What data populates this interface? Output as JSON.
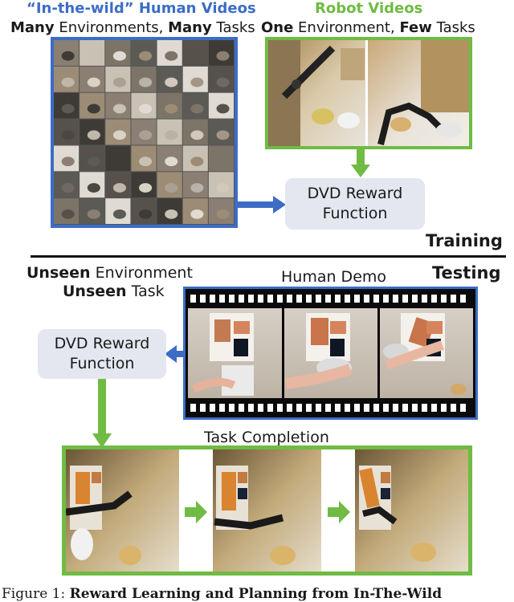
{
  "header": {
    "human_title": "“In-the-wild” Human Videos",
    "human_sub_bold1": "Many",
    "human_sub_text1": " Environments, ",
    "human_sub_bold2": "Many",
    "human_sub_text2": " Tasks",
    "robot_title": "Robot Videos",
    "robot_sub_bold1": "One",
    "robot_sub_text1": " Environment, ",
    "robot_sub_bold2": "Few",
    "robot_sub_text2": " Tasks"
  },
  "training": {
    "reward_line1": "DVD Reward",
    "reward_line2": "Function",
    "section_label": "Training"
  },
  "testing": {
    "unseen_env_bold": "Unseen",
    "unseen_env_text": " Environment",
    "unseen_task_bold": "Unseen",
    "unseen_task_text": " Task",
    "section_label": "Testing",
    "human_demo_label": "Human Demo",
    "reward_line1": "DVD Reward",
    "reward_line2": "Function",
    "task_completion_label": "Task Completion"
  },
  "caption": {
    "prefix": "Figure 1: ",
    "bold": "Reward Learning and Planning from In-The-Wild"
  },
  "colors": {
    "blue": "#3d6cc7",
    "green": "#6fbb43",
    "box_gray": "#e4e7ef"
  }
}
